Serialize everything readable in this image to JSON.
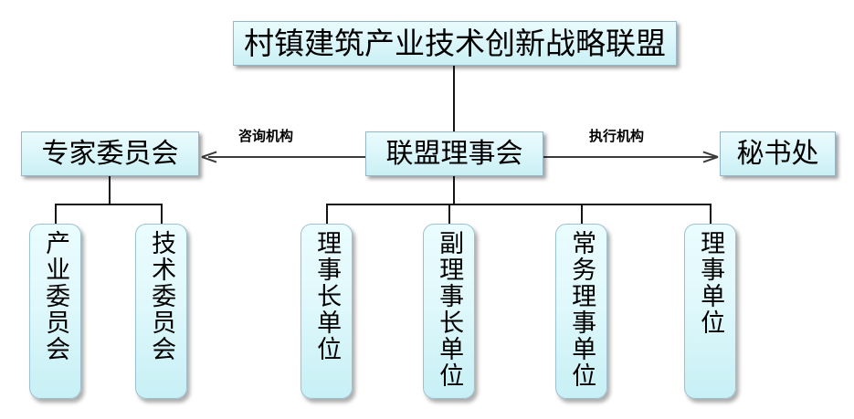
{
  "diagram": {
    "title_node": {
      "label": "村镇建筑产业技术创新战略联盟"
    },
    "level2": [
      {
        "id": "expert",
        "label": "专家委员会"
      },
      {
        "id": "council",
        "label": "联盟理事会"
      },
      {
        "id": "secretariat",
        "label": "秘书处"
      }
    ],
    "edges": [
      {
        "id": "consult",
        "label": "咨询机构",
        "from": "联盟理事会",
        "to": "专家委员会",
        "direction": "left"
      },
      {
        "id": "execute",
        "label": "执行机构",
        "from": "联盟理事会",
        "to": "秘书处",
        "direction": "right"
      }
    ],
    "expert_children": [
      {
        "label": "产业委员会"
      },
      {
        "label": "技术委员会"
      }
    ],
    "council_children": [
      {
        "label": "理事长单位"
      },
      {
        "label": "副理事长单位"
      },
      {
        "label": "常务理事单位"
      },
      {
        "label": "理事单位"
      }
    ],
    "colors": {
      "box_fill_top": "#e9fbfd",
      "box_fill_bottom": "#c9f0f4",
      "box_border": "#96b6c6",
      "line": "#141414",
      "arrow": "#3b3b3b",
      "text": "#000000",
      "background": "#ffffff"
    }
  }
}
